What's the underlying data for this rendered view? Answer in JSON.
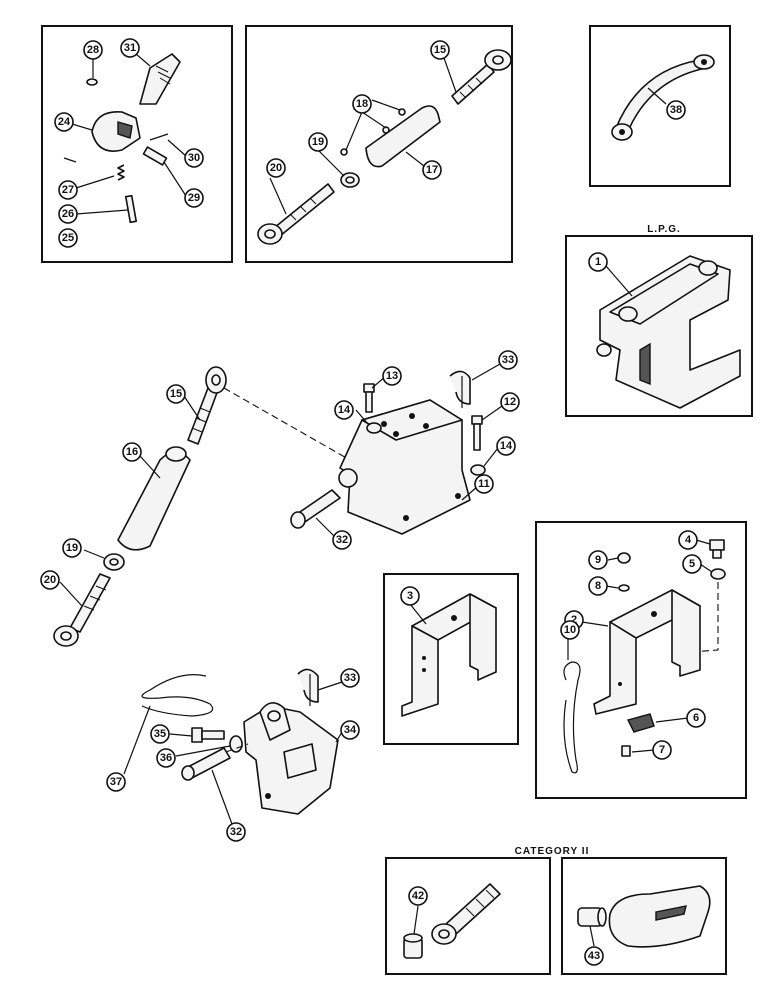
{
  "headers": {
    "lpg": "L.P.G.",
    "category": "CATEGORY II"
  },
  "callouts": {
    "c1": "1",
    "c2": "2",
    "c3": "3",
    "c4": "4",
    "c5": "5",
    "c6": "6",
    "c7": "7",
    "c8": "8",
    "c9": "9",
    "c10": "10",
    "c11": "11",
    "c12": "12",
    "c13": "13",
    "c14a": "14",
    "c14b": "14",
    "c15a": "15",
    "c15b": "15",
    "c16": "16",
    "c17": "17",
    "c18": "18",
    "c19a": "19",
    "c19b": "19",
    "c20a": "20",
    "c20b": "20",
    "c24": "24",
    "c25": "25",
    "c26": "26",
    "c27": "27",
    "c28": "28",
    "c29": "29",
    "c30": "30",
    "c31": "31",
    "c32a": "32",
    "c32b": "32",
    "c33a": "33",
    "c33b": "33",
    "c34": "34",
    "c35": "35",
    "c36": "36",
    "c37": "37",
    "c38": "38",
    "c42": "42",
    "c43": "43"
  }
}
